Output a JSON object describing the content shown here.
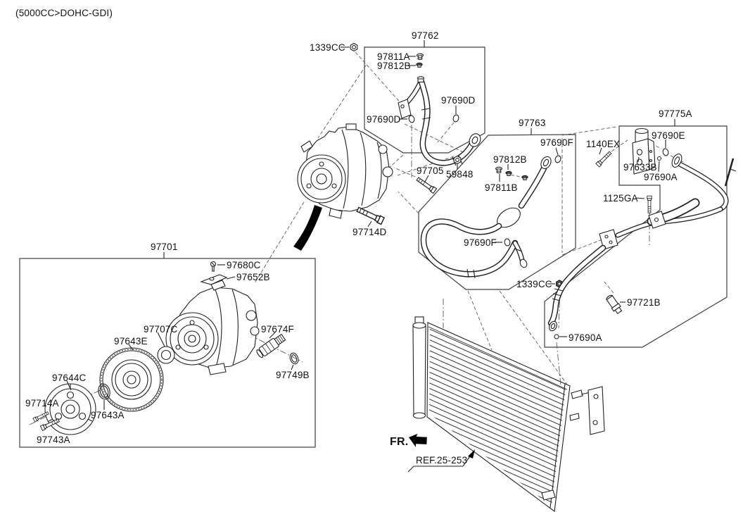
{
  "title": "(5000CC>DOHC-GDI)",
  "groups": {
    "box97762": "97762",
    "box97763": "97763",
    "box97775a": "97775A",
    "box97701": "97701"
  },
  "callouts": {
    "c1339cc_top": "1339CC",
    "c97811a": "97811A",
    "c97812b_top": "97812B",
    "c97690d_l": "97690D",
    "c97690d_r": "97690D",
    "c97690f_top": "97690F",
    "c97812b_mid": "97812B",
    "c97811b": "97811B",
    "c97690f_bot": "97690F",
    "c1339cc_bot": "1339CC",
    "c97705": "97705",
    "c59848": "59848",
    "c97714d": "97714D",
    "c97680c": "97680C",
    "c97652b": "97652B",
    "c97707c": "97707C",
    "c97643e": "97643E",
    "c97674f": "97674F",
    "c97749b": "97749B",
    "c97644c": "97644C",
    "c97714a": "97714A",
    "c97743a": "97743A",
    "c97643a": "97643A",
    "c1140ex": "1140EX",
    "c97690e": "97690E",
    "c97633b": "97633B",
    "c97690a_top": "97690A",
    "c1125ga": "1125GA",
    "c97721b": "97721B",
    "c97690a_bot": "97690A"
  },
  "annotations": {
    "fr": "FR.",
    "ref": "REF.25-253"
  }
}
